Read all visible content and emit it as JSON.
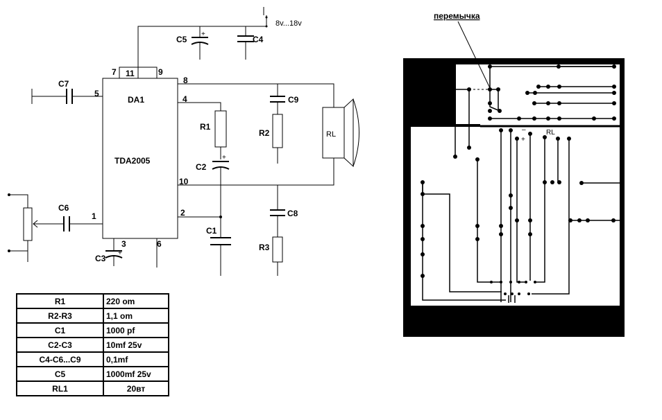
{
  "schematic": {
    "chip_ref": "DA1",
    "chip_name": "TDA2005",
    "supply": "8v...18v",
    "pins": [
      "7",
      "11",
      "9",
      "8",
      "4",
      "5",
      "10",
      "2",
      "1",
      "3",
      "6"
    ],
    "components": [
      "C7",
      "C5",
      "C4",
      "C9",
      "R1",
      "R2",
      "C2",
      "C6",
      "C8",
      "C1",
      "R3",
      "C3"
    ],
    "speaker": "RL",
    "plus": "+"
  },
  "pcb": {
    "jumper_label": "перемычка",
    "speaker": "RL",
    "minus": "–",
    "plus": "+"
  },
  "parts_table": {
    "rows": [
      {
        "ref": "R1",
        "value": "220 om"
      },
      {
        "ref": "R2-R3",
        "value": "1,1 om"
      },
      {
        "ref": "C1",
        "value": "1000 pf"
      },
      {
        "ref": "C2-C3",
        "value": "10mf 25v"
      },
      {
        "ref": "C4-C6...C9",
        "value": "0,1mf"
      },
      {
        "ref": "C5",
        "value": "1000mf 25v"
      },
      {
        "ref": "RL1",
        "value": "20вт"
      }
    ]
  }
}
